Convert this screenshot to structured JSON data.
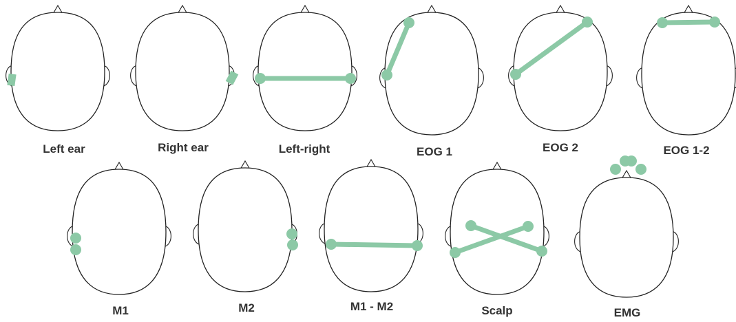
{
  "colors": {
    "electrode": "#8cc9a6",
    "outline": "#222222",
    "label": "#333333"
  },
  "montages": [
    {
      "id": "left-ear",
      "label": "Left ear"
    },
    {
      "id": "right-ear",
      "label": "Right ear"
    },
    {
      "id": "left-right",
      "label": "Left-right"
    },
    {
      "id": "eog-1",
      "label": "EOG 1"
    },
    {
      "id": "eog-2",
      "label": "EOG 2"
    },
    {
      "id": "eog-1-2",
      "label": "EOG 1-2"
    },
    {
      "id": "m1",
      "label": "M1"
    },
    {
      "id": "m2",
      "label": "M2"
    },
    {
      "id": "m1-m2",
      "label": "M1 - M2"
    },
    {
      "id": "scalp",
      "label": "Scalp"
    },
    {
      "id": "emg",
      "label": "EMG"
    }
  ]
}
